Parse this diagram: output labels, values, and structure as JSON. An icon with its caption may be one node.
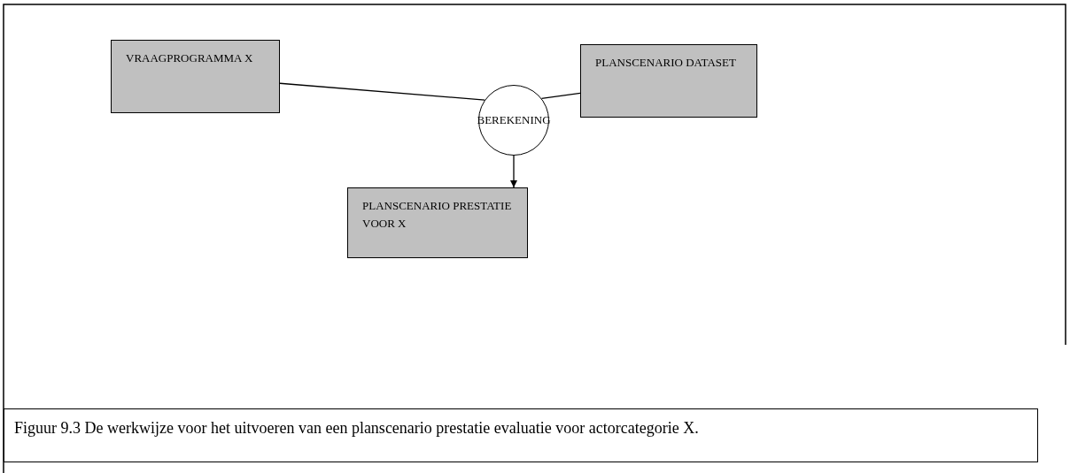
{
  "diagram": {
    "caption": "Figuur 9.3  De werkwijze voor het uitvoeren van een planscenario prestatie evaluatie voor actorcategorie X.",
    "nodes": [
      {
        "text": [
          "VRAAGPROGRAMMA X"
        ]
      },
      {
        "text": [
          "PLANSCENARIO DATASET"
        ]
      },
      {
        "text": [
          "BEREKENING"
        ]
      },
      {
        "text": [
          "PLANSCENARIO PRESTATIE VOOR X"
        ]
      }
    ],
    "edges": [
      {
        "from": 0,
        "to": 2,
        "arrow": "none"
      },
      {
        "from": 1,
        "to": 2,
        "arrow": "none"
      },
      {
        "from": 2,
        "to": 3,
        "arrow": "to"
      }
    ]
  }
}
